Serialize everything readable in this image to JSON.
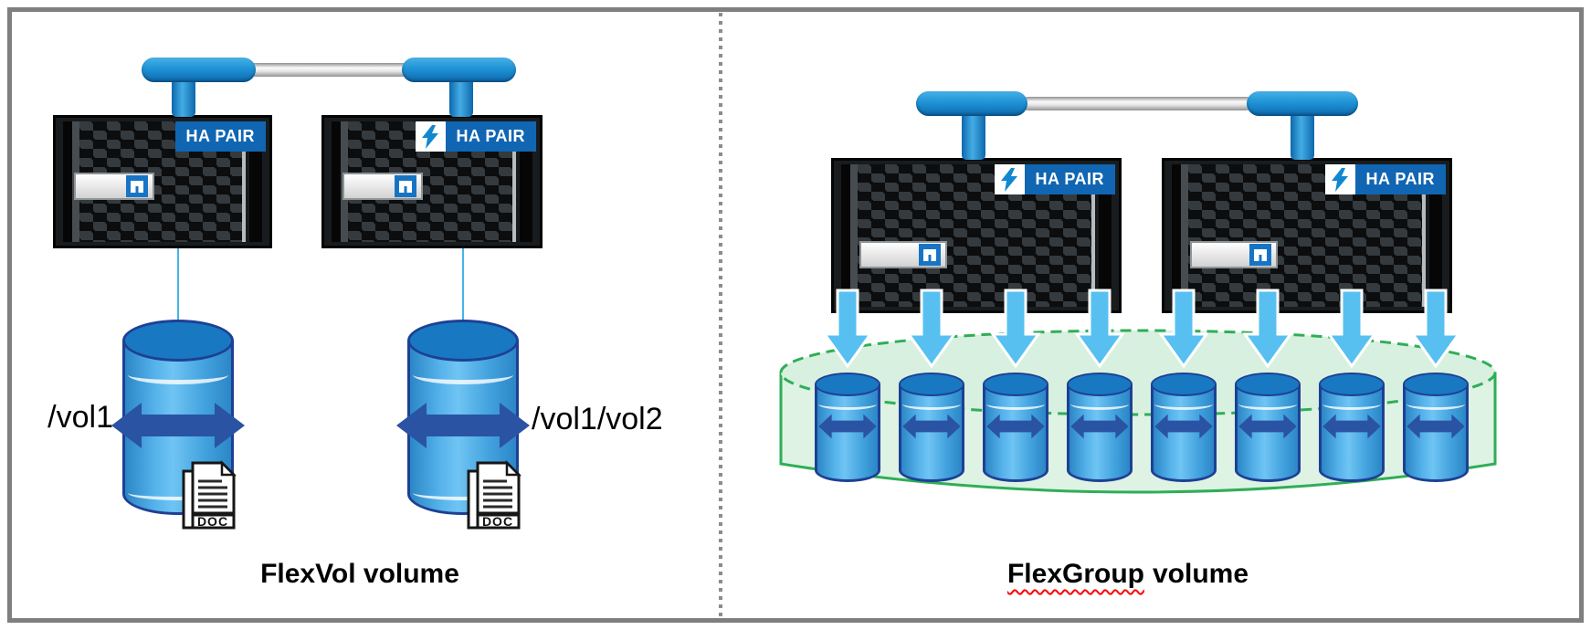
{
  "diagram": {
    "kind": "storage-volume-comparison",
    "left_panel": {
      "title": "FlexVol volume",
      "ha_pair_1": {
        "label": "HA PAIR"
      },
      "ha_pair_2": {
        "label": "HA PAIR"
      },
      "volume_1_label": "/vol1",
      "volume_2_label": "/vol1/vol2",
      "doc_badge": "DOC"
    },
    "right_panel": {
      "title_word": "FlexGroup",
      "title_rest": "volume",
      "ha_pair_1": {
        "label": "HA PAIR"
      },
      "ha_pair_2": {
        "label": "HA PAIR"
      },
      "member_volume_count": 8,
      "data_arrow_count": 8
    },
    "colors": {
      "accent_blue": "#1c8ad2",
      "ha_label_blue": "#1066b2",
      "cylinder_blue": "#3fa3e3",
      "cylinder_top_blue": "#1878c1",
      "cylinder_outline_navy": "#1e4094",
      "arrow_navy": "#2b53a3",
      "data_arrow_blue": "#57c0f1",
      "group_green_stroke": "#2fae57",
      "group_green_fill": "#ddf3e3",
      "frame_gray": "#7f7f7f",
      "text_black": "#000000",
      "squiggle_red": "#ff0000"
    }
  }
}
